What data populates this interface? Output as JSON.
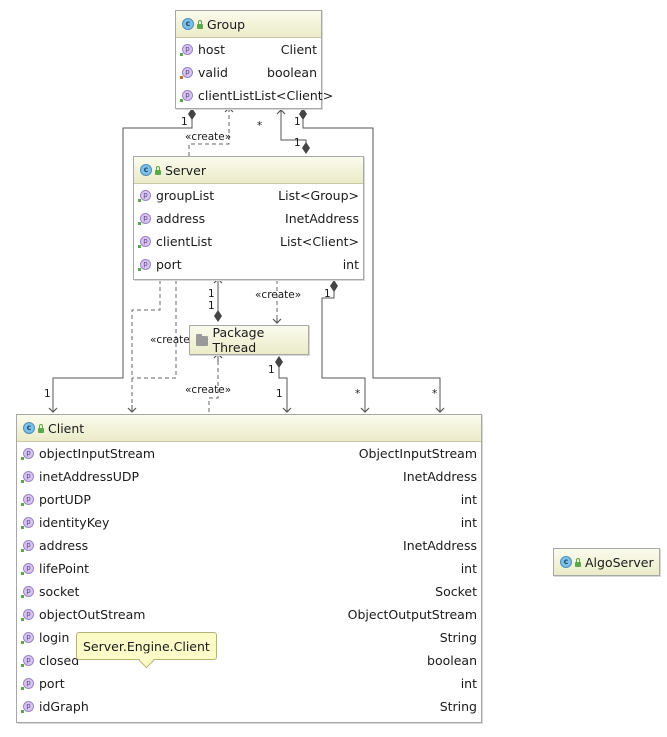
{
  "classes": {
    "group": {
      "name": "Group",
      "fields": [
        {
          "name": "host",
          "type": "Client",
          "locked": false
        },
        {
          "name": "valid",
          "type": "boolean",
          "locked": true
        },
        {
          "name": "clientList",
          "type": "List<Client>",
          "locked": false
        }
      ]
    },
    "server": {
      "name": "Server",
      "fields": [
        {
          "name": "groupList",
          "type": "List<Group>",
          "locked": false
        },
        {
          "name": "address",
          "type": "InetAddress",
          "locked": false
        },
        {
          "name": "clientList",
          "type": "List<Client>",
          "locked": false
        },
        {
          "name": "port",
          "type": "int",
          "locked": false
        }
      ]
    },
    "package_thread": {
      "name": "Package Thread"
    },
    "client": {
      "name": "Client",
      "fields": [
        {
          "name": "objectInputStream",
          "type": "ObjectInputStream",
          "locked": false
        },
        {
          "name": "inetAddressUDP",
          "type": "InetAddress",
          "locked": false
        },
        {
          "name": "portUDP",
          "type": "int",
          "locked": false
        },
        {
          "name": "identityKey",
          "type": "int",
          "locked": false
        },
        {
          "name": "address",
          "type": "InetAddress",
          "locked": false
        },
        {
          "name": "lifePoint",
          "type": "int",
          "locked": false
        },
        {
          "name": "socket",
          "type": "Socket",
          "locked": false
        },
        {
          "name": "objectOutStream",
          "type": "ObjectOutputStream",
          "locked": false
        },
        {
          "name": "login",
          "type": "String",
          "locked": false
        },
        {
          "name": "closed",
          "type": "boolean",
          "locked": false
        },
        {
          "name": "port",
          "type": "int",
          "locked": false
        },
        {
          "name": "idGraph",
          "type": "String",
          "locked": false
        }
      ]
    },
    "algo_server": {
      "name": "AlgoServer"
    }
  },
  "edge_labels": {
    "create_group_server": "«create»",
    "create_server_thread": "«create»",
    "create_server_client": "«create»",
    "create_thread_client": "«create»",
    "group_host_mult_group": "1",
    "group_clientlist_mult_group": "1",
    "group_clientlist_mult_client": "*",
    "server_grouplist_mult_server": "1",
    "server_grouplist_mult_group": "*",
    "server_thread_mult_server": "1",
    "server_thread_mult_thread": "1",
    "server_clientlist_mult_server": "1",
    "server_clientlist_mult_client": "*",
    "group_host_mult_client": "1",
    "thread_client_mult_thread": "1",
    "thread_client_mult_client": "1",
    "server_client_mult_client": "*"
  },
  "icons": {
    "class_icon": "class-c-icon",
    "package_icon": "folder-icon",
    "field_icon": "property-p-icon",
    "visibility_icon": "lock-icon"
  },
  "tooltip": {
    "text": "Server.Engine.Client"
  }
}
